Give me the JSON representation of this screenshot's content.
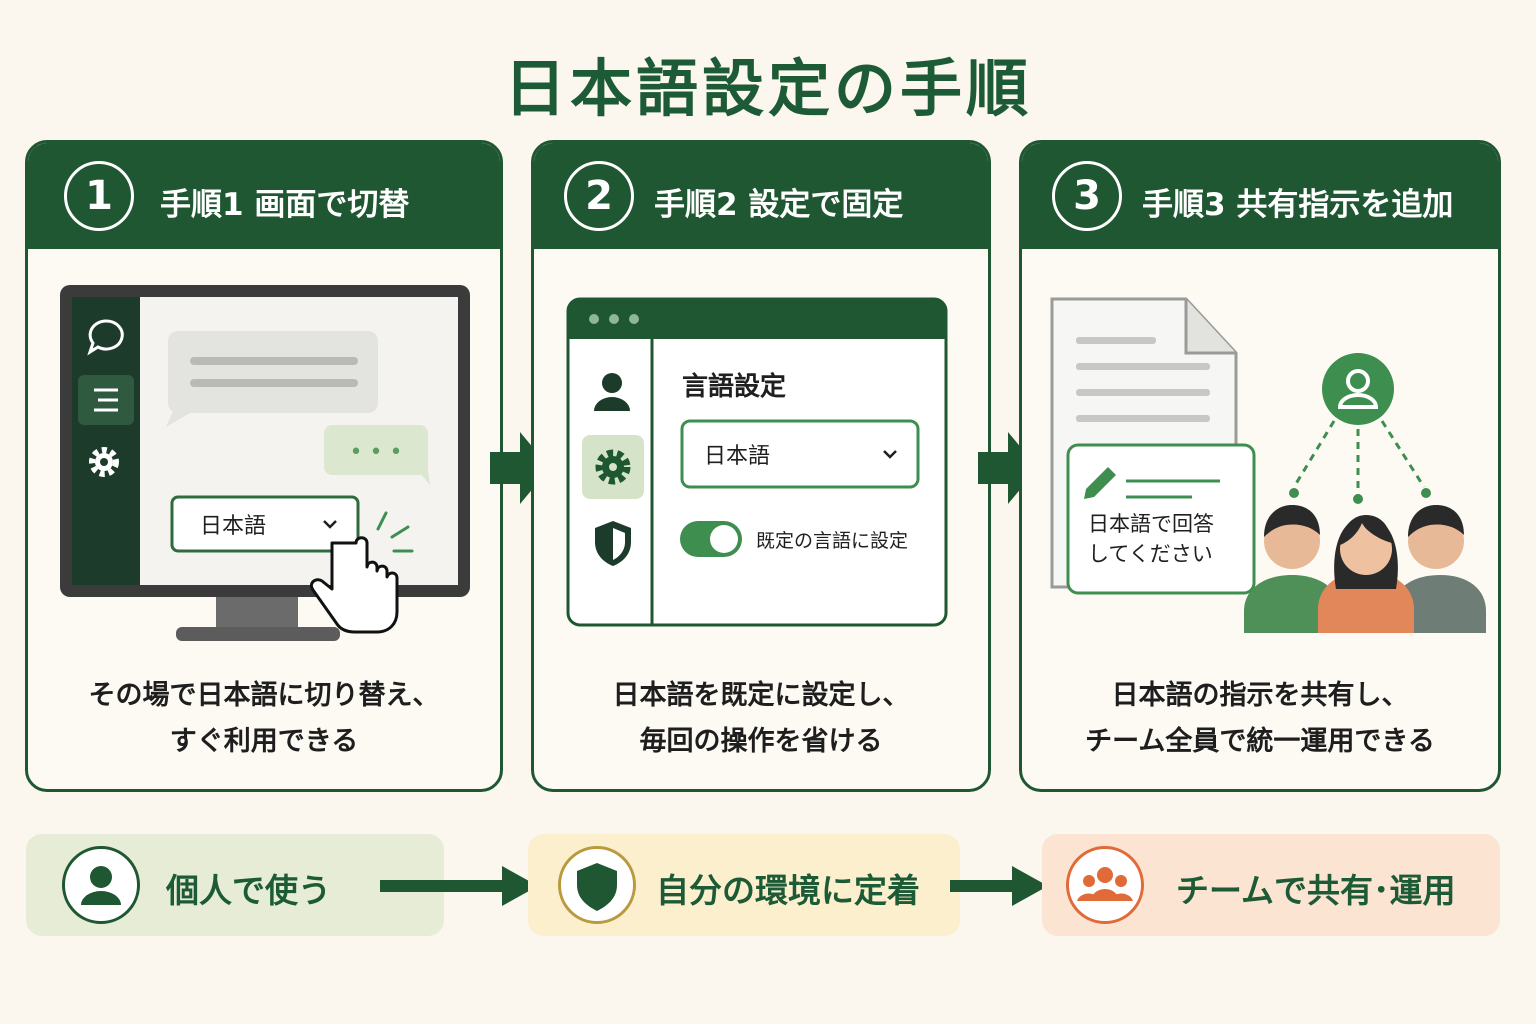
{
  "title": "日本語設定の手順",
  "colors": {
    "primary": "#1f5732",
    "accent_green": "#3e8e4f",
    "accent_orange": "#e06a38",
    "accent_gold": "#b99a3e"
  },
  "steps": [
    {
      "number": "1",
      "title": "手順1 画面で切替",
      "dropdown_value": "日本語",
      "typing_dots": "• • •",
      "description": "その場で日本語に切り替え、\nすぐ利用できる",
      "icons": [
        "chat-icon",
        "list-icon",
        "gear-icon",
        "cursor-hand-icon",
        "chevron-down-icon"
      ]
    },
    {
      "number": "2",
      "title": "手順2 設定で固定",
      "settings_heading": "言語設定",
      "dropdown_value": "日本語",
      "toggle_label": "既定の言語に設定",
      "toggle_on": true,
      "description": "日本語を既定に設定し、\n毎回の操作を省ける",
      "icons": [
        "user-icon",
        "gear-icon",
        "shield-icon",
        "chevron-down-icon"
      ]
    },
    {
      "number": "3",
      "title": "手順3 共有指示を追加",
      "instruction_text": "日本語で回答\nしてください",
      "description": "日本語の指示を共有し、\nチーム全員で統一運用できる",
      "icons": [
        "document-icon",
        "pencil-icon",
        "user-icon",
        "team-icon"
      ]
    }
  ],
  "flow": [
    {
      "label": "個人で使う",
      "icon": "person-icon",
      "bg": "#e6ecd6"
    },
    {
      "label": "自分の環境に定着",
      "icon": "shield-icon",
      "bg": "#fbefcd"
    },
    {
      "label": "チームで共有･運用",
      "icon": "group-icon",
      "bg": "#fbe4d2"
    }
  ]
}
